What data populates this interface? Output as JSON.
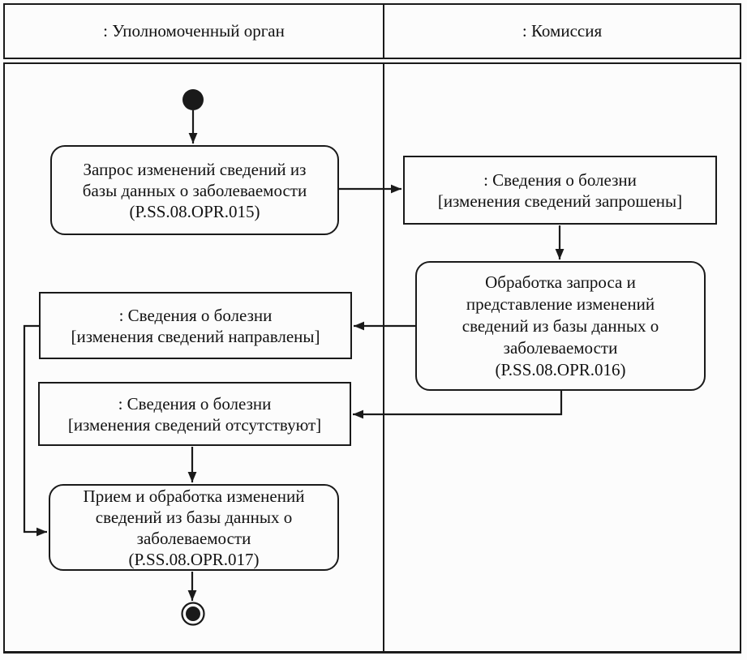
{
  "lanes": [
    {
      "label": ": Уполномоченный орган"
    },
    {
      "label": ": Комиссия"
    }
  ],
  "boxes": {
    "request_changes": {
      "text": "Запрос изменений сведений из\nбазы данных о заболеваемости\n(P.SS.08.OPR.015)"
    },
    "info_requested": {
      "text": ": Сведения о болезни\n[изменения сведений запрошены]"
    },
    "process_request": {
      "text": "Обработка запроса и\nпредставление изменений\nсведений из базы данных о\nзаболеваемости\n(P.SS.08.OPR.016)"
    },
    "info_sent": {
      "text": ": Сведения о болезни\n[изменения сведений направлены]"
    },
    "info_absent": {
      "text": ": Сведения о болезни\n[изменения сведений отсутствуют]"
    },
    "receive_changes": {
      "text": "Прием и обработка изменений\nсведений из базы данных о\nзаболеваемости\n(P.SS.08.OPR.017)"
    }
  },
  "colors": {
    "line": "#1a1a1a",
    "background": "#fcfcfc"
  }
}
